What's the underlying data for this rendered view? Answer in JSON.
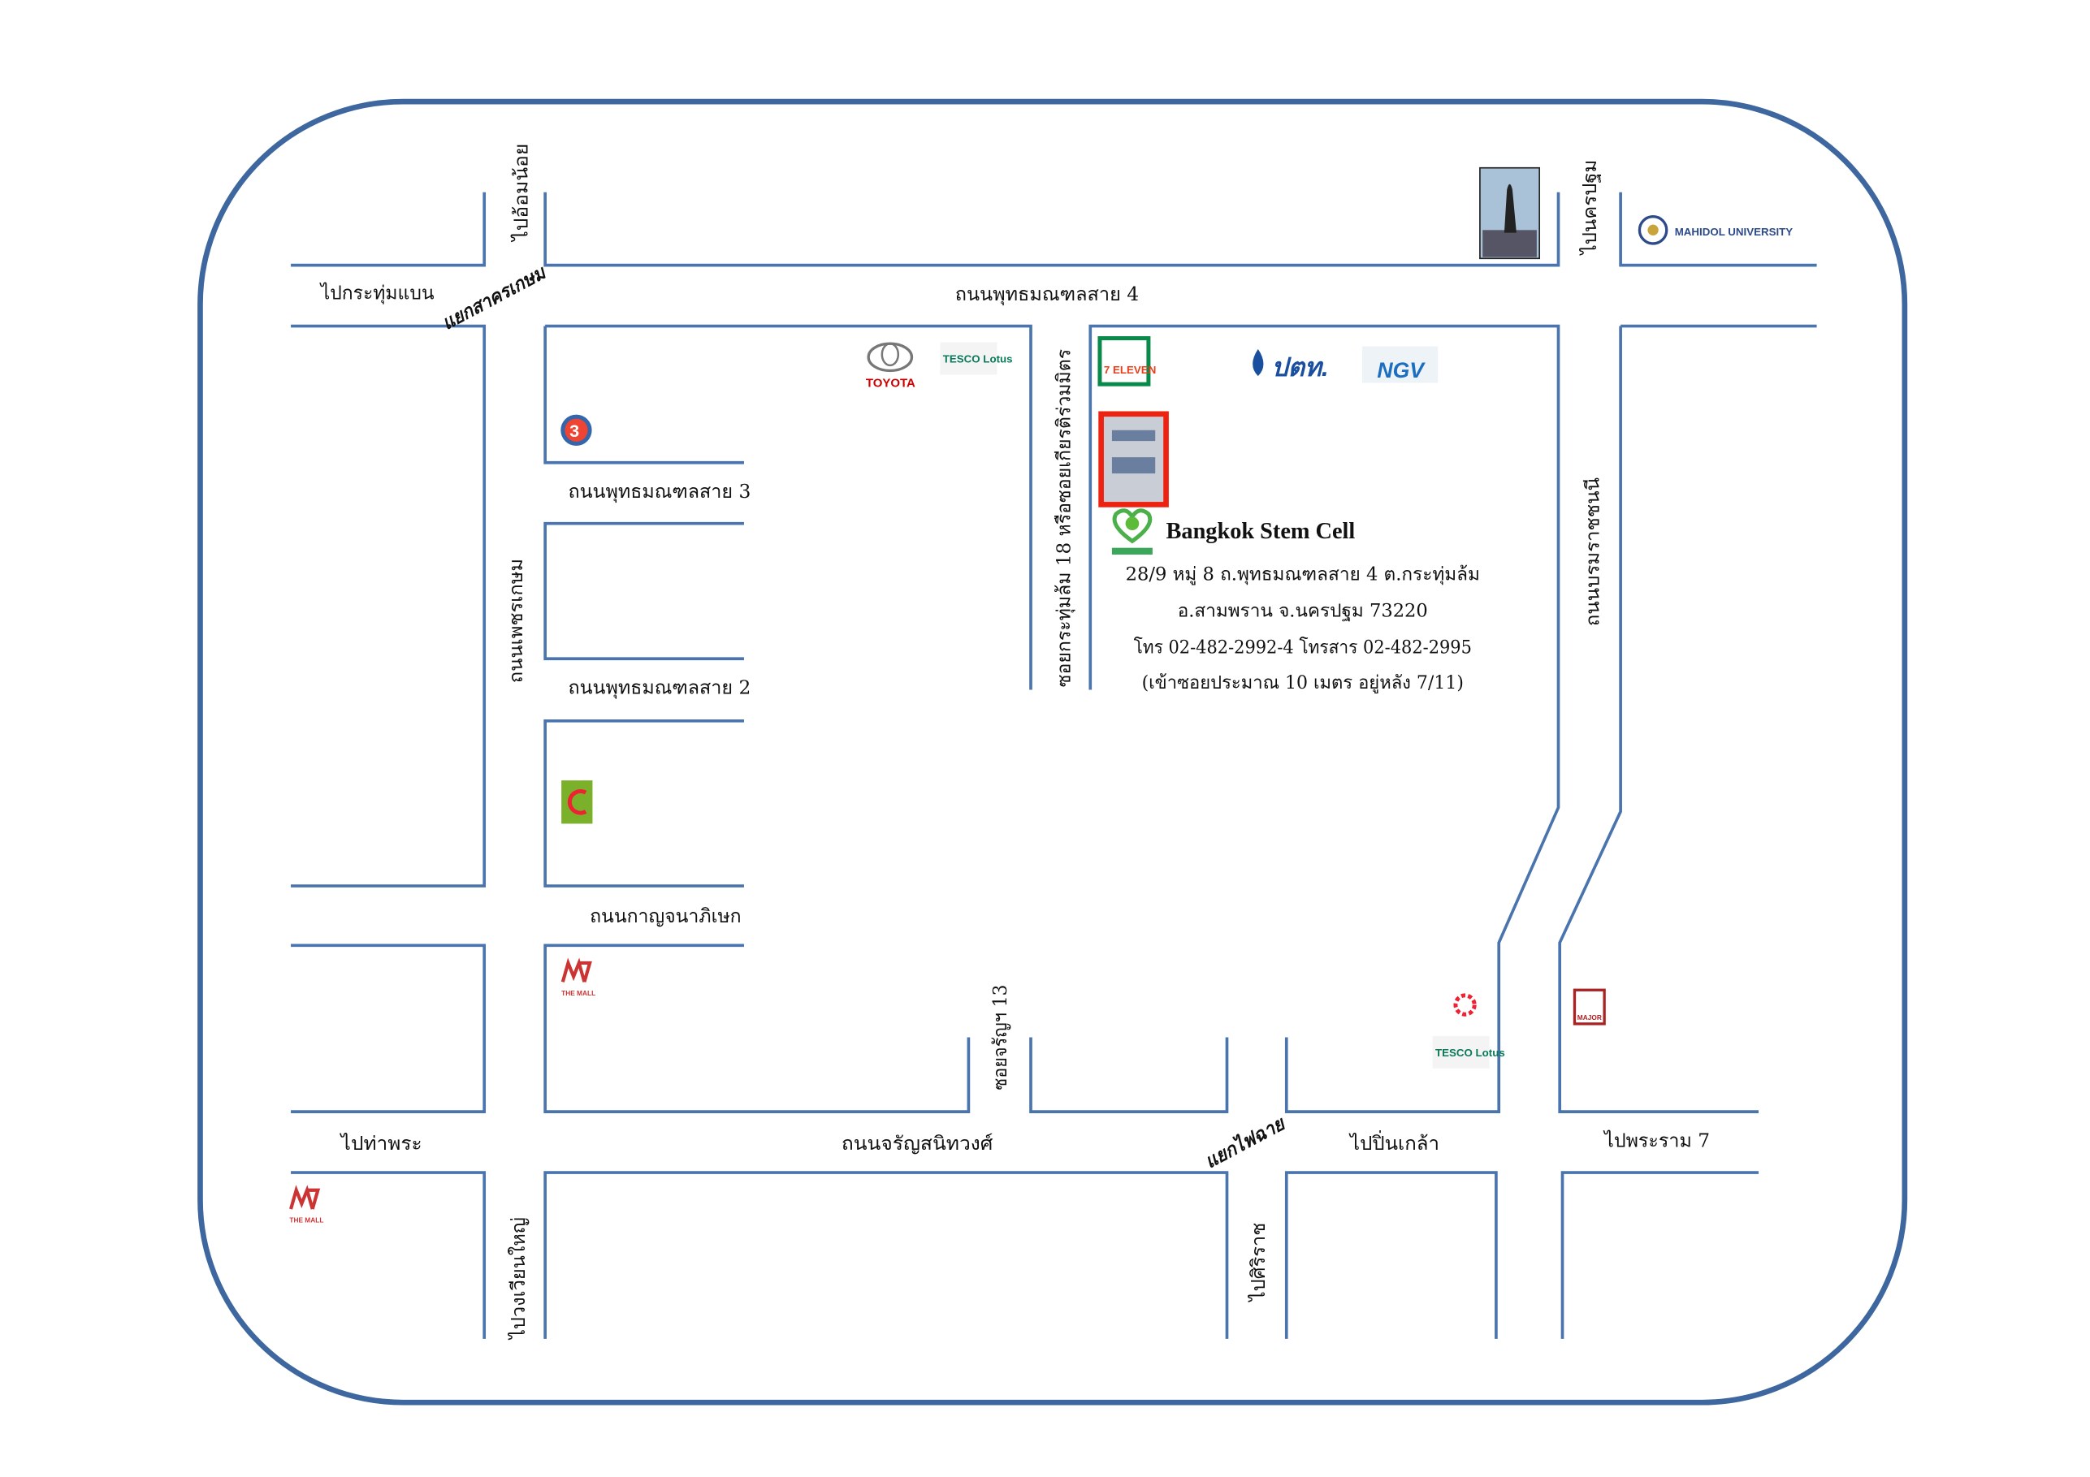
{
  "map": {
    "roads": {
      "phutthamonthon_4": "ถนนพุทธมณฑลสาย 4",
      "phutthamonthon_3": "ถนนพุทธมณฑลสาย 3",
      "phutthamonthon_2": "ถนนพุทธมณฑลสาย 2",
      "kanchanaphisek": "ถนนกาญจนาภิเษก",
      "phetkasem": "ถนนเพชรเกษม",
      "charansanitwong": "ถนนจรัญสนิทวงศ์",
      "borommaratchachonnani": "ถนนบรมราชชนนี",
      "soi_krathum_lom": "ซอยกระทุ่มล้ม 18 หรือซอยเกียรติร่วมมิตร",
      "soi_charan_13": "ซอยจรัญฯ 13"
    },
    "directions": {
      "krathum_baen": "ไปกระทุ่มแบน",
      "om_noi": "ไปอ้อมน้อย",
      "nakhon_pathom": "ไปนครปฐม",
      "tha_phra": "ไปท่าพระ",
      "wongwian_yai": "ไปวงเวียนใหญ่",
      "pin_klao": "ไปปิ่นเกล้า",
      "rama_7": "ไปพระราม 7",
      "siriraj": "ไปศิริราช"
    },
    "junctions": {
      "sakhon_kasem": "แยกสาครเกษม",
      "fai_chai": "แยกไฟฉาย"
    },
    "landmarks": {
      "mahidol": "MAHIDOL UNIVERSITY",
      "toyota": "TOYOTA",
      "tesco_1": "TESCO Lotus",
      "tesco_2": "TESCO Lotus",
      "seven_eleven": "7 ELEVEN",
      "ptt": "ปตท.",
      "ngv": "NGV",
      "the_mall_1": "THE MALL",
      "the_mall_2": "THE MALL",
      "major": "MAJOR",
      "channel3": "3"
    },
    "destination": {
      "name": "Bangkok Stem Cell",
      "address_line1": "28/9 หมู่ 8 ถ.พุทธมณฑลสาย 4 ต.กระทุ่มล้ม",
      "address_line2": "อ.สามพราน จ.นครปฐม 73220",
      "phone_line": "โทร 02-482-2992-4 โทรสาร 02-482-2995",
      "note": "(เข้าซอยประมาณ 10 เมตร อยู่หลัง 7/11)"
    }
  }
}
